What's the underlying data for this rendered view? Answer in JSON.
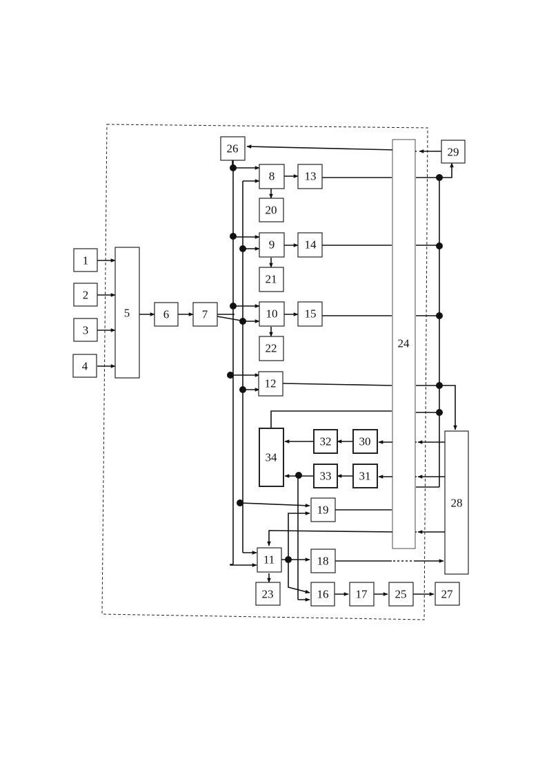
{
  "blocks": {
    "b1": "1",
    "b2": "2",
    "b3": "3",
    "b4": "4",
    "b5": "5",
    "b6": "6",
    "b7": "7",
    "b8": "8",
    "b9": "9",
    "b10": "10",
    "b11": "11",
    "b12": "12",
    "b13": "13",
    "b14": "14",
    "b15": "15",
    "b16": "16",
    "b17": "17",
    "b18": "18",
    "b19": "19",
    "b20": "20",
    "b21": "21",
    "b22": "22",
    "b23": "23",
    "b24": "24",
    "b25": "25",
    "b26": "26",
    "b27": "27",
    "b28": "28",
    "b29": "29",
    "b30": "30",
    "b31": "31",
    "b32": "32",
    "b33": "33",
    "b34": "34"
  }
}
